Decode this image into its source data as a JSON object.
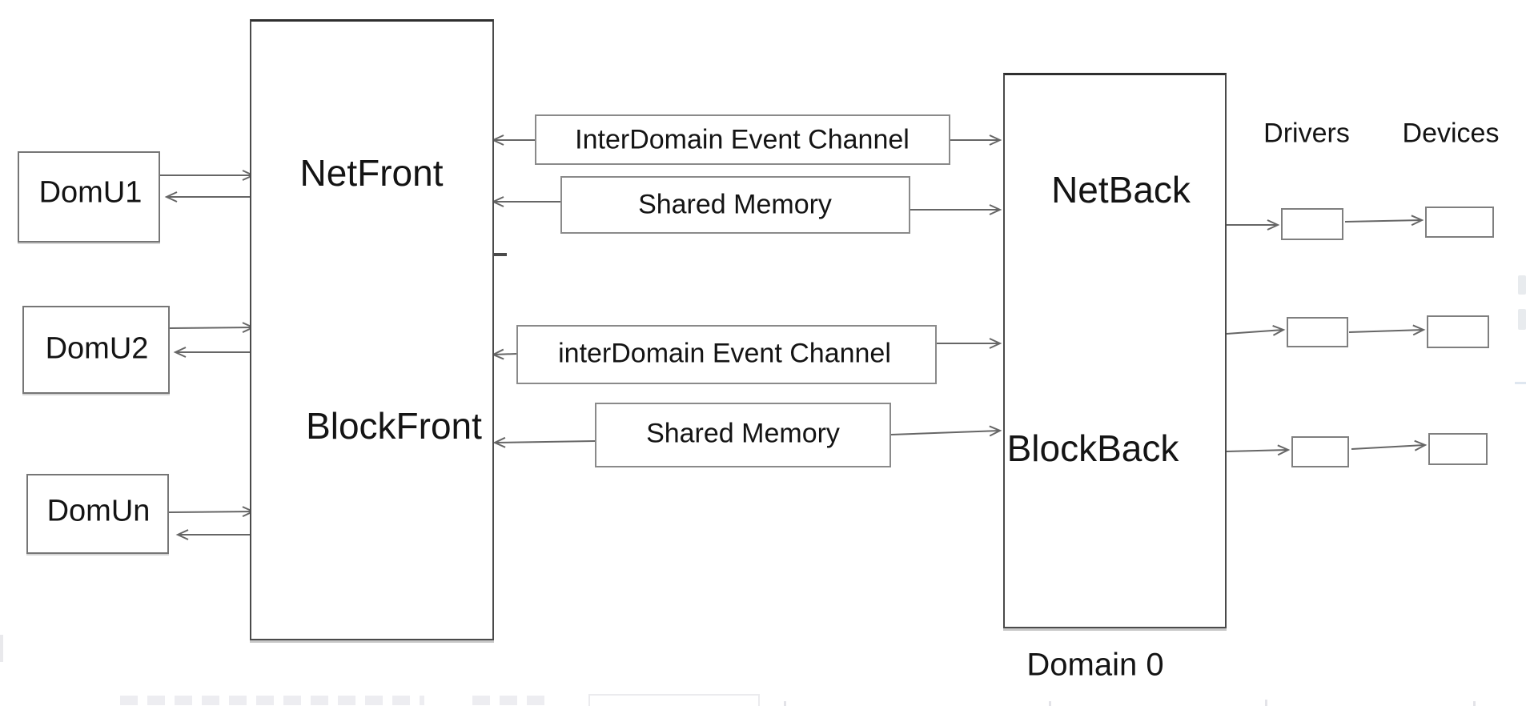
{
  "colors": {
    "ink": "#141414",
    "line": "#666666",
    "box_border": "#4a4a4a"
  },
  "guests": [
    {
      "label": "DomU1"
    },
    {
      "label": "DomU2"
    },
    {
      "label": "DomUn"
    }
  ],
  "frontend": {
    "net": "NetFront",
    "block": "BlockFront"
  },
  "backend": {
    "net": "NetBack",
    "block": "BlockBack",
    "domain_caption": "Domain 0"
  },
  "channels": {
    "net_event": "InterDomain Event Channel",
    "net_memory": "Shared Memory",
    "block_event": "interDomain Event Channel",
    "block_memory": "Shared Memory"
  },
  "io": {
    "drivers_header": "Drivers",
    "devices_header": "Devices"
  }
}
